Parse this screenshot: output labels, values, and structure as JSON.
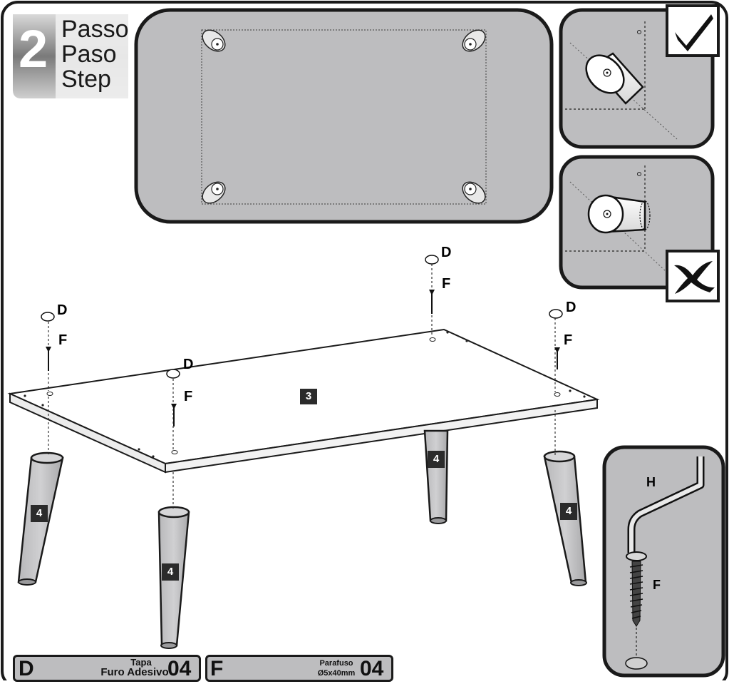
{
  "step": {
    "number": "2",
    "labels": [
      "Passo",
      "Paso",
      "Step"
    ]
  },
  "part_labels": {
    "board": "3",
    "leg": "4",
    "cap": "D",
    "screw": "F",
    "tool": "H"
  },
  "parts_list": [
    {
      "letter": "D",
      "name_line1": "Tapa",
      "name_line2": "Furo Adesivo",
      "qty": "04"
    },
    {
      "letter": "F",
      "name_line1": "Parafuso",
      "name_line2": "Ø5x40mm",
      "qty": "04"
    }
  ],
  "colors": {
    "panel_gray": "#bdbdbf",
    "leg_gray": "#c6c6c8",
    "outline": "#1a1a1a",
    "badge_dark": "#2b2b2b"
  },
  "icons": {
    "correct": "check-icon",
    "incorrect": "cross-icon"
  }
}
